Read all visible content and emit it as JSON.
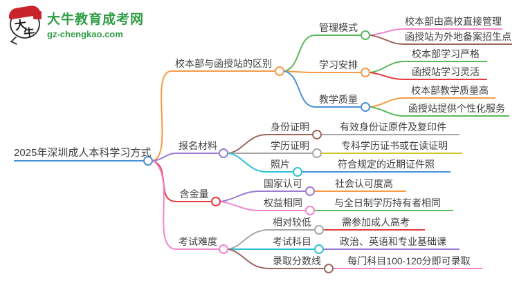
{
  "header": {
    "site_name": "大牛教育成考网",
    "site_url": "gz-chengkao.com",
    "logo_badge_char1": "大",
    "logo_badge_char2": "牛"
  },
  "colors": {
    "orange": "#f59b44",
    "green": "#5cb85c",
    "blue": "#4a90d5",
    "purple": "#9b7bd4",
    "red": "#e23c3c",
    "pink": "#ee85cd",
    "brown": "#9d665c",
    "gray": "#a6a6a6",
    "cyan": "#2ec0d6",
    "yellow": "#d4c630",
    "logo_green": "#2f9e44",
    "logo_red": "#c9242b",
    "text": "#3f3f3f"
  },
  "mindmap": {
    "root": {
      "label": "2025年深圳成人本科学习方式",
      "color": "#4a90d5"
    },
    "branches": [
      {
        "label": "校本部与函授站的区别",
        "color": "#f59b44",
        "children": [
          {
            "label": "管理模式",
            "color": "#5cb85c",
            "leaves": [
              {
                "label": "校本部由高校直接管理",
                "color": "#ee85cd"
              },
              {
                "label": "函授站为外地备案招生点",
                "color": "#9d665c"
              }
            ]
          },
          {
            "label": "学习安排",
            "color": "#f59b44",
            "leaves": [
              {
                "label": "校本部学习严格",
                "color": "#5cb85c"
              },
              {
                "label": "函授站学习灵活",
                "color": "#e23c3c"
              }
            ]
          },
          {
            "label": "教学质量",
            "color": "#4a90d5",
            "leaves": [
              {
                "label": "校本部教学质量高",
                "color": "#f59b44"
              },
              {
                "label": "函授站提供个性化服务",
                "color": "#5cb85c"
              }
            ]
          }
        ]
      },
      {
        "label": "报名材料",
        "color": "#9b7bd4",
        "children": [
          {
            "label": "身份证明",
            "color": "#9d665c",
            "leaves": [
              {
                "label": "有效身份证原件及复印件",
                "color": "#a6a6a6"
              }
            ]
          },
          {
            "label": "学历证明",
            "color": "#a6a6a6",
            "leaves": [
              {
                "label": "专科学历证书或在读证明",
                "color": "#d4c630"
              }
            ]
          },
          {
            "label": "照片",
            "color": "#2ec0d6",
            "leaves": [
              {
                "label": "符合规定的近期证件照",
                "color": "#4a90d5"
              }
            ]
          }
        ]
      },
      {
        "label": "含金量",
        "color": "#e23c3c",
        "children": [
          {
            "label": "国家认可",
            "color": "#9b7bd4",
            "leaves": [
              {
                "label": "社会认可度高",
                "color": "#f59b44"
              }
            ]
          },
          {
            "label": "权益相同",
            "color": "#ee85cd",
            "leaves": [
              {
                "label": "与全日制学历持有者相同",
                "color": "#5cb85c"
              }
            ]
          }
        ]
      },
      {
        "label": "考试难度",
        "color": "#ee85cd",
        "children": [
          {
            "label": "相对较低",
            "color": "#a6a6a6",
            "leaves": [
              {
                "label": "需参加成人高考",
                "color": "#e23c3c"
              }
            ]
          },
          {
            "label": "考试科目",
            "color": "#2ec0d6",
            "leaves": [
              {
                "label": "政治、英语和专业基础课",
                "color": "#9b7bd4"
              }
            ]
          },
          {
            "label": "录取分数线",
            "color": "#9d665c",
            "leaves": [
              {
                "label": "每门科目100-120分即可录取",
                "color": "#ee85cd"
              }
            ]
          }
        ]
      }
    ]
  }
}
